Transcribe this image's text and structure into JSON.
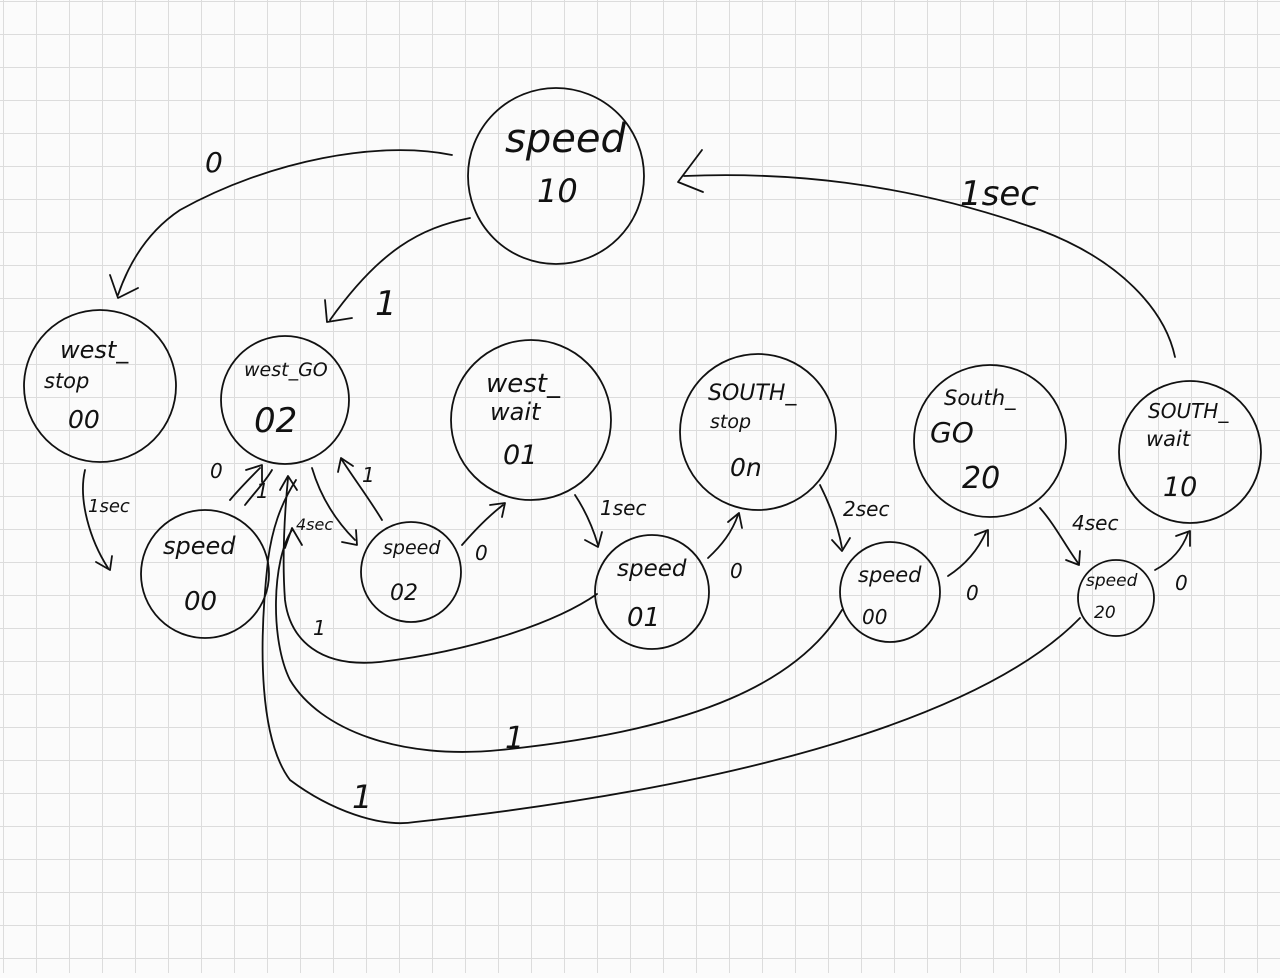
{
  "states": {
    "speed10": {
      "name": "speed",
      "code": "10"
    },
    "west_stop": {
      "name1": "west_",
      "name2": "stop",
      "code": "00"
    },
    "west_go": {
      "name": "west_GO",
      "code": "02"
    },
    "west_wait": {
      "name1": "west_",
      "name2": "wait",
      "code": "01"
    },
    "south_stop": {
      "name1": "SOUTH_",
      "name2": "stop",
      "code": "0n"
    },
    "south_go": {
      "name1": "South_",
      "name2": "GO",
      "code": "20"
    },
    "south_wait": {
      "name1": "SOUTH_",
      "name2": "wait",
      "code": "10"
    },
    "speed00a": {
      "name": "speed",
      "code": "00"
    },
    "speed02": {
      "name": "speed",
      "code": "02"
    },
    "speed01": {
      "name": "speed",
      "code": "01"
    },
    "speed00b": {
      "name": "speed",
      "code": "00"
    },
    "speed20": {
      "name": "speed",
      "code": "20"
    }
  },
  "edge_labels": {
    "top_to_west_stop": "0",
    "top_to_west_go": "1",
    "south_wait_to_top": "1sec",
    "west_stop_delay": "1sec",
    "west_go_delay": "4sec",
    "west_wait_delay": "1sec",
    "south_stop_delay": "2sec",
    "south_go_delay": "4sec",
    "speed00_back": "0",
    "speed00_back_1": "1",
    "speed02_back": "1",
    "speed02_out": "0",
    "speed01_out": "0",
    "speed00b_out": "0",
    "speed20_out": "0",
    "return_from_speed01": "1",
    "return_from_speed00b": "1",
    "return_from_speed20": "1"
  }
}
